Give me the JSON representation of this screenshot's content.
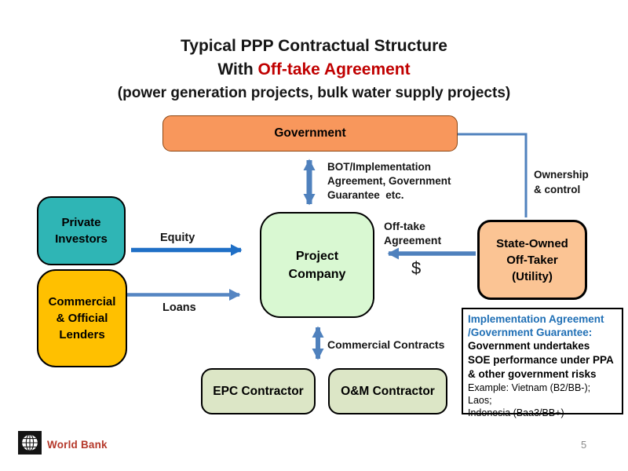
{
  "title": {
    "line1": "Typical PPP Contractual Structure",
    "line2_prefix": "With ",
    "line2_highlight": "Off-take Agreement",
    "line3": "(power generation projects, bulk water supply projects)"
  },
  "boxes": {
    "government": "Government",
    "private_investors": "Private\nInvestors",
    "lenders": "Commercial\n& Official\nLenders",
    "project_company": "Project\nCompany",
    "state_owned": "State-Owned\nOff-Taker\n(Utility)",
    "epc_contractor": "EPC Contractor",
    "om_contractor": "O&M Contractor"
  },
  "arrow_labels": {
    "bot": "BOT/Implementation\nAgreement, Government\nGuarantee  etc.",
    "ownership": "Ownership\n& control",
    "equity": "Equity",
    "loans": "Loans",
    "offtake": "Off-take\nAgreement",
    "dollar": "$",
    "commercial_contracts": "Commercial Contracts"
  },
  "impl_note": {
    "title1": "Implementation Agreement",
    "title2": "/Government Guarantee:",
    "body1": "Government undertakes",
    "body2": "SOE performance under PPA",
    "body3": "& other government risks",
    "example1": "Example: Vietnam (B2/BB-); Laos;",
    "example2": "Indonesia (Baa3/BB+)"
  },
  "footer": {
    "logo_text": "World Bank",
    "page_number": "5"
  },
  "colors": {
    "title_accent_red": "#C00000",
    "government_fill": "#F8975C",
    "private_investors_fill": "#2FB5B5",
    "lenders_fill": "#FFC000",
    "project_company_fill": "#D9F8D2",
    "state_owned_fill": "#FBC494",
    "contractor_fill": "#DCE6C6",
    "arrow_steel_blue": "#4F81BD",
    "arrow_equity_blue": "#1F6FC6",
    "impl_note_blue": "#1F6FB5",
    "world_bank_red": "#B5382A"
  }
}
